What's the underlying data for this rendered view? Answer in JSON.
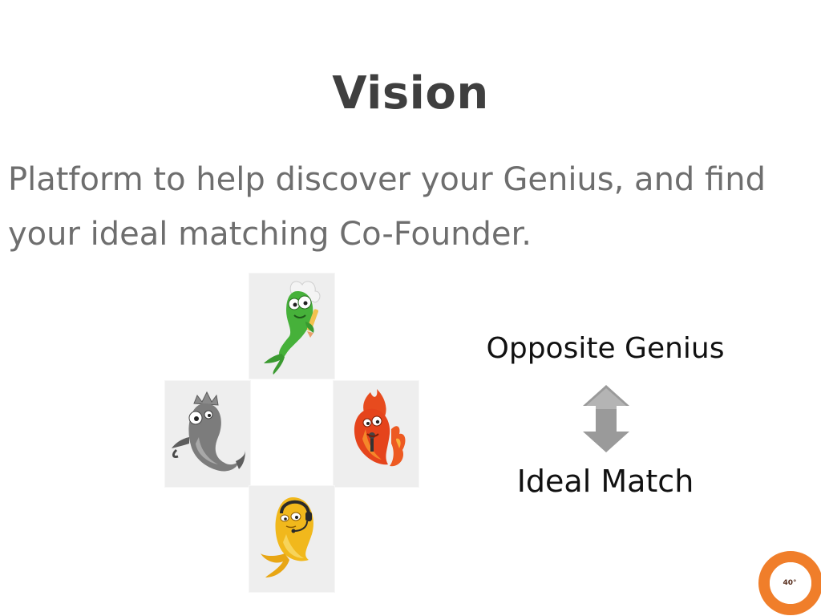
{
  "slide": {
    "title": "Vision",
    "body": "Platform to help discover your Genius, and find your ideal matching Co-Founder."
  },
  "diagram": {
    "tiles": [
      {
        "position": "top",
        "character": "green-fish-icon",
        "color": "#3ea53a"
      },
      {
        "position": "left",
        "character": "grey-crowned-fish-icon",
        "color": "#6d6d6d"
      },
      {
        "position": "right",
        "character": "red-flame-fish-icon",
        "color": "#e5441c"
      },
      {
        "position": "bottom",
        "character": "yellow-headset-fish-icon",
        "color": "#f1b81c"
      }
    ],
    "label_top": "Opposite Genius",
    "label_bottom": "Ideal Match",
    "arrow_color": "#9a9a9a"
  },
  "badge": {
    "text": "40°",
    "color": "#f07e2a"
  }
}
